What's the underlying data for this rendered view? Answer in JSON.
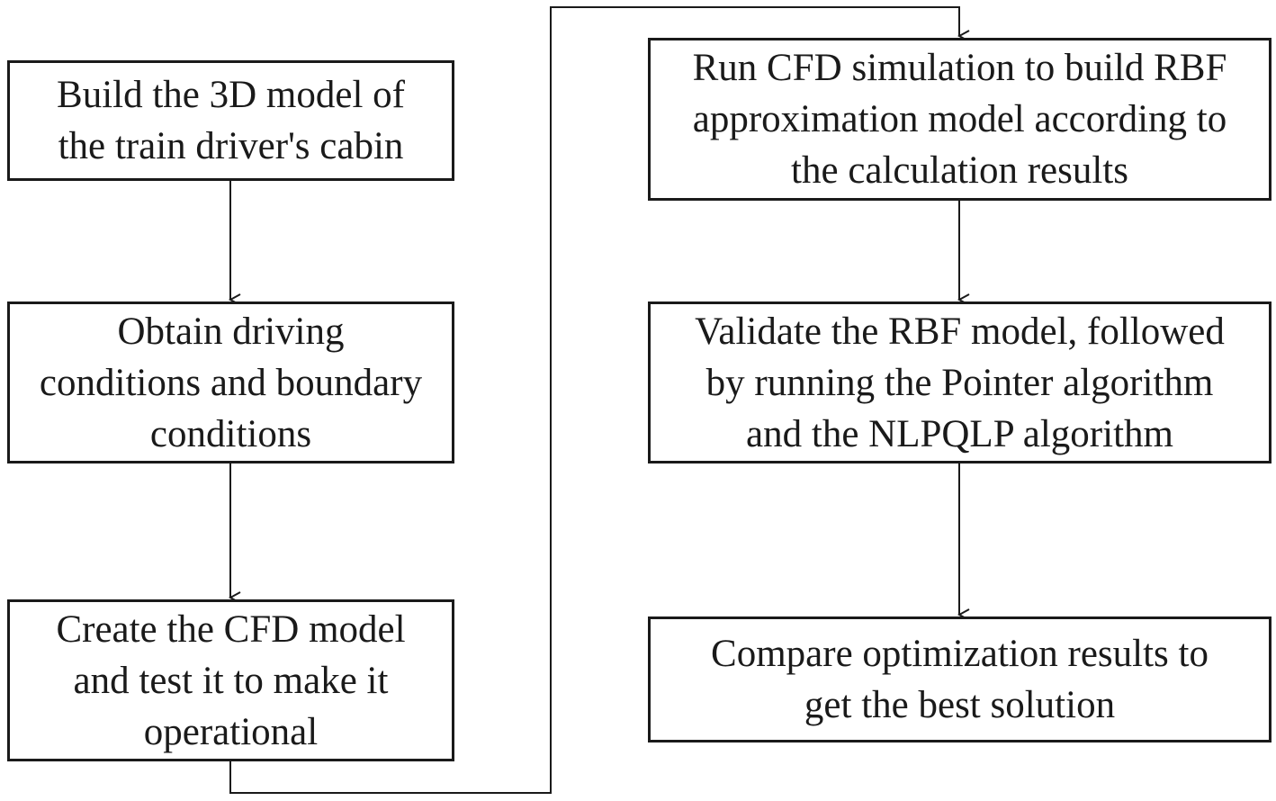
{
  "colors": {
    "stroke": "#1a1a1a",
    "background": "#ffffff"
  },
  "steps": [
    {
      "lines": [
        "Build the 3D model of",
        "the train driver's cabin"
      ]
    },
    {
      "lines": [
        "Obtain driving",
        "conditions and boundary",
        "conditions"
      ]
    },
    {
      "lines": [
        "Create the CFD model",
        "and test it to make it",
        "operational"
      ]
    },
    {
      "lines": [
        "Run CFD simulation to build RBF",
        "approximation model according to",
        "the calculation results"
      ]
    },
    {
      "lines": [
        "Validate the RBF model, followed",
        "by running the Pointer algorithm",
        "and the NLPQLP algorithm"
      ]
    },
    {
      "lines": [
        "Compare optimization results to",
        "get the best solution"
      ]
    }
  ]
}
